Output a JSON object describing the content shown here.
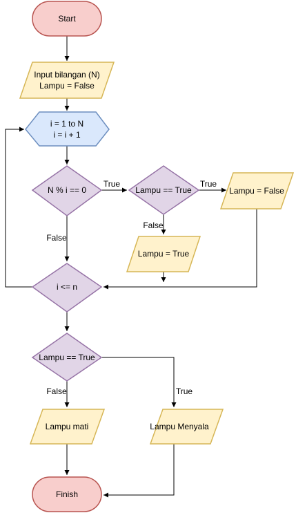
{
  "diagram": {
    "colors": {
      "terminator_fill": "#f8cecc",
      "terminator_stroke": "#b85450",
      "io_fill": "#fff2cc",
      "io_stroke": "#d6b656",
      "loop_fill": "#dae8fc",
      "loop_stroke": "#6c8ebf",
      "decision_fill": "#e1d5e7",
      "decision_stroke": "#9673a6",
      "line": "#000000"
    },
    "nodes": {
      "start": {
        "text": "Start"
      },
      "input": {
        "line1": "Input bilangan (N)",
        "line2": "Lampu = False"
      },
      "loop": {
        "line1": "i = 1 to N",
        "line2": "i = i + 1"
      },
      "mod_check": {
        "text": "N % i == 0"
      },
      "lampu_check_1": {
        "text": "Lampu == True"
      },
      "set_false": {
        "text": "Lampu = False"
      },
      "set_true": {
        "text": "Lampu = True"
      },
      "i_le_n": {
        "text": "i <= n"
      },
      "lampu_check_2": {
        "text": "Lampu == True"
      },
      "lampu_mati": {
        "text": "Lampu mati"
      },
      "lampu_menyala": {
        "text": "Lampu Menyala"
      },
      "finish": {
        "text": "Finish"
      }
    },
    "edge_labels": {
      "mod_true": "True",
      "mod_false": "False",
      "lampu1_true": "True",
      "lampu1_false": "False",
      "lampu2_false": "False",
      "lampu2_true": "True"
    }
  }
}
